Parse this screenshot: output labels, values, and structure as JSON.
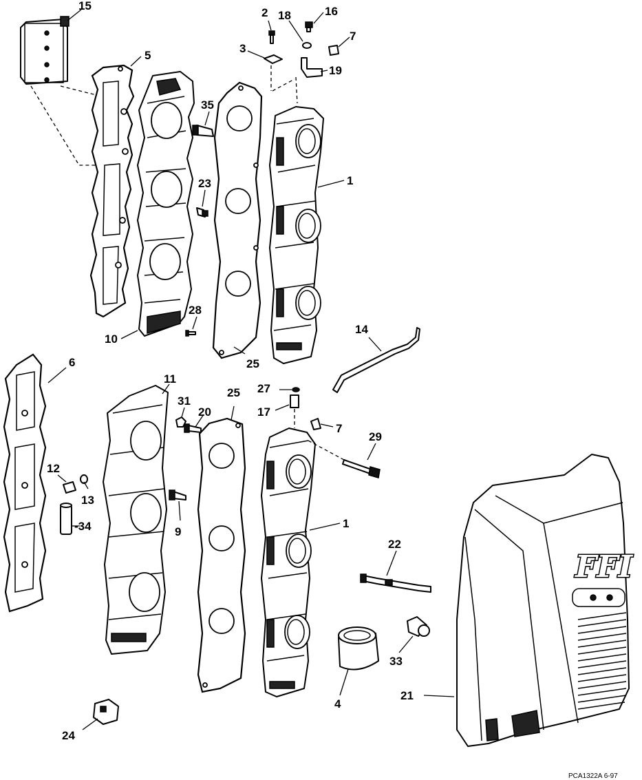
{
  "diagram": {
    "drawing_code": "PCA1322A  6-97",
    "cover_logo": "FFI",
    "callouts": [
      "1",
      "1",
      "2",
      "3",
      "4",
      "5",
      "6",
      "7",
      "7",
      "9",
      "10",
      "11",
      "12",
      "13",
      "14",
      "15",
      "16",
      "17",
      "18",
      "19",
      "20",
      "21",
      "22",
      "23",
      "24",
      "25",
      "25",
      "27",
      "28",
      "29",
      "31",
      "33",
      "34",
      "35"
    ]
  }
}
